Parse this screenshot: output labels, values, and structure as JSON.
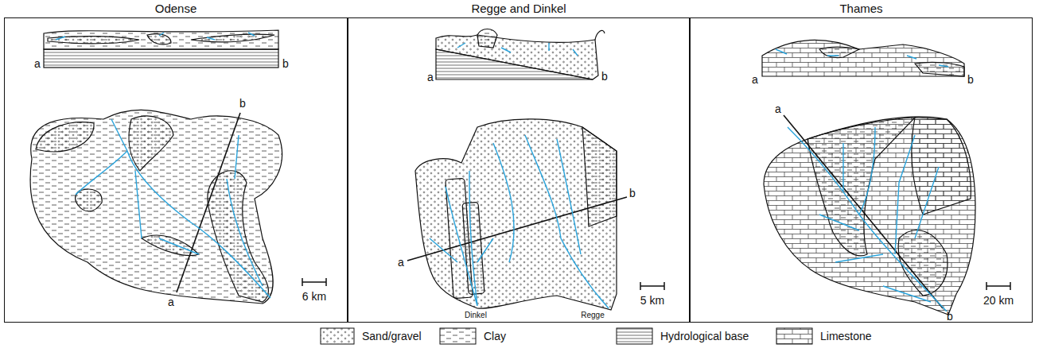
{
  "diagram": {
    "nodes": [
      {
        "text": [
          "Odense"
        ]
      },
      {
        "text": [
          "Regge and Dinkel"
        ]
      },
      {
        "text": [
          "Thames"
        ]
      }
    ],
    "labels": [
      "a",
      "b",
      "b",
      "a",
      "6 km",
      "a",
      "b",
      "b",
      "a",
      "Dinkel",
      "Regge",
      "5 km",
      "a",
      "b",
      "a",
      "b",
      "20 km"
    ],
    "legend": [
      {
        "text": "Sand/gravel"
      },
      {
        "text": "Clay"
      },
      {
        "text": "Hydrological base"
      },
      {
        "text": "Limestone"
      }
    ]
  }
}
